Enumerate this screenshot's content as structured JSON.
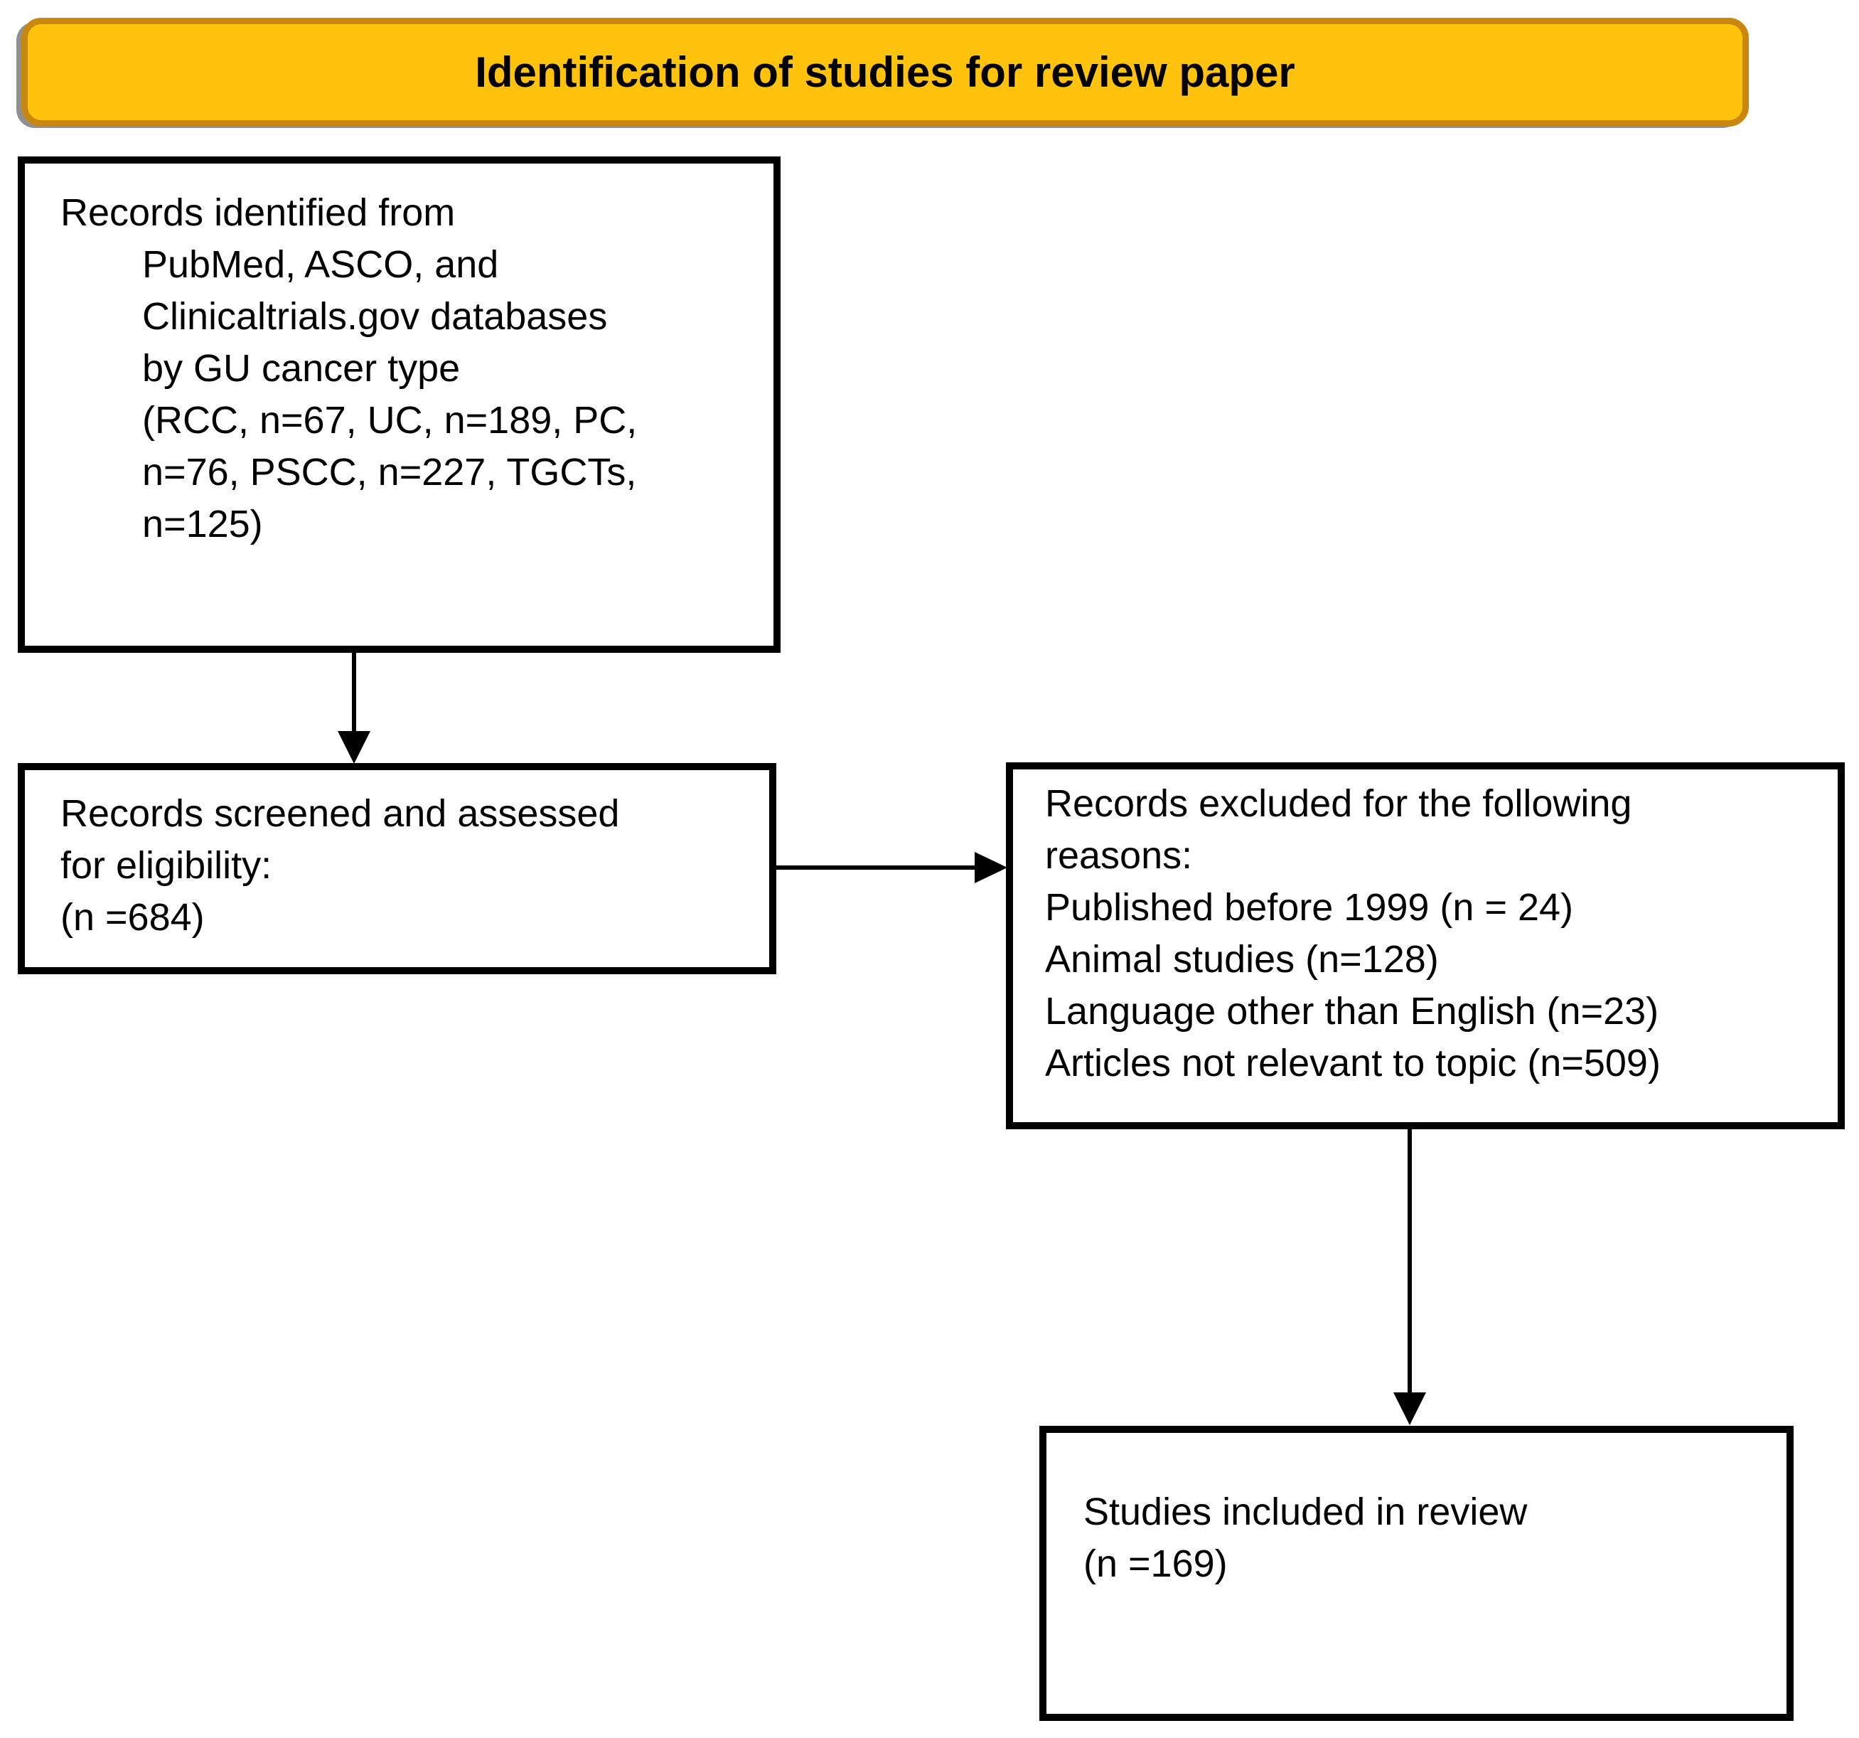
{
  "header": {
    "title": "Identification of studies for review paper",
    "fill_color": "#FFC20D",
    "border_color": "#C8870E",
    "bevel_color": "#8f8f8f"
  },
  "boxes": {
    "border_color": "#000000",
    "identified": {
      "lines": [
        "Records identified from",
        "PubMed, ASCO, and",
        "Clinicaltrials.gov databases",
        "by GU cancer type",
        "(RCC, n=67, UC, n=189, PC,",
        "n=76, PSCC, n=227, TGCTs,",
        "n=125)"
      ]
    },
    "screened": {
      "lines": [
        "Records screened and assessed",
        "for eligibility:",
        "(n =684)"
      ]
    },
    "excluded": {
      "lines": [
        "Records excluded for the following",
        "reasons:",
        "Published before 1999 (n = 24)",
        "Animal studies (n=128)",
        "Language other than English (n=23)",
        "Articles not relevant to topic (n=509)"
      ]
    },
    "included": {
      "lines": [
        "Studies included in review",
        "(n =169)"
      ]
    }
  }
}
